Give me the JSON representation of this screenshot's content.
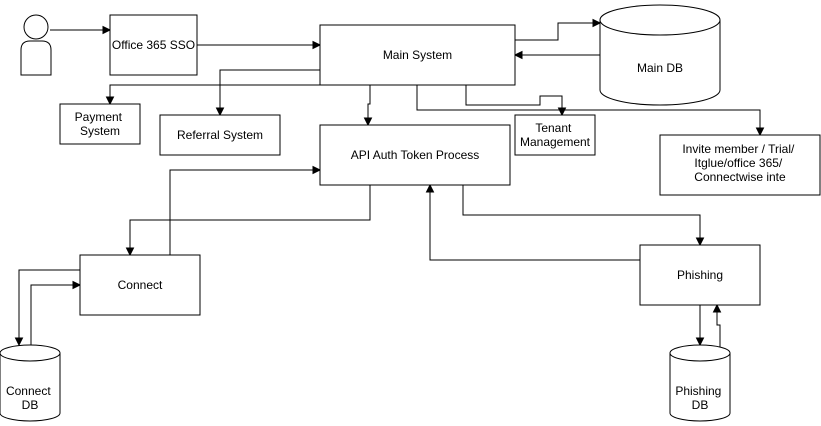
{
  "nodes": {
    "user": {
      "label": ""
    },
    "office_sso": {
      "label": "Office 365 SSO"
    },
    "main_system": {
      "label": "Main System"
    },
    "main_db": {
      "label": "Main DB"
    },
    "payment_system": {
      "lines": [
        "Payment",
        "System"
      ]
    },
    "referral_system": {
      "label": "Referral System"
    },
    "api_auth": {
      "label": "API Auth Token Process"
    },
    "tenant_mgmt": {
      "lines": [
        "Tenant",
        "Management"
      ]
    },
    "invite_member": {
      "lines": [
        "Invite member / Trial/",
        "Itglue/office 365/",
        "Connectwise inte"
      ]
    },
    "connect": {
      "label": "Connect"
    },
    "phishing": {
      "label": "Phishing"
    },
    "connect_db": {
      "lines": [
        "Connect",
        "DB"
      ]
    },
    "phishing_db": {
      "lines": [
        "Phishing",
        "DB"
      ]
    }
  },
  "edges": [
    {
      "from": "user",
      "to": "office_sso"
    },
    {
      "from": "office_sso",
      "to": "main_system"
    },
    {
      "from": "main_system",
      "to": "main_db"
    },
    {
      "from": "main_db",
      "to": "main_system"
    },
    {
      "from": "main_system",
      "to": "payment_system"
    },
    {
      "from": "main_system",
      "to": "referral_system"
    },
    {
      "from": "main_system",
      "to": "api_auth"
    },
    {
      "from": "main_system",
      "to": "tenant_mgmt"
    },
    {
      "from": "main_system",
      "to": "invite_member"
    },
    {
      "from": "api_auth",
      "to": "connect"
    },
    {
      "from": "connect",
      "to": "api_auth"
    },
    {
      "from": "api_auth",
      "to": "phishing"
    },
    {
      "from": "phishing",
      "to": "api_auth"
    },
    {
      "from": "connect",
      "to": "connect_db"
    },
    {
      "from": "connect_db",
      "to": "connect"
    },
    {
      "from": "phishing",
      "to": "phishing_db"
    },
    {
      "from": "phishing_db",
      "to": "phishing"
    }
  ]
}
